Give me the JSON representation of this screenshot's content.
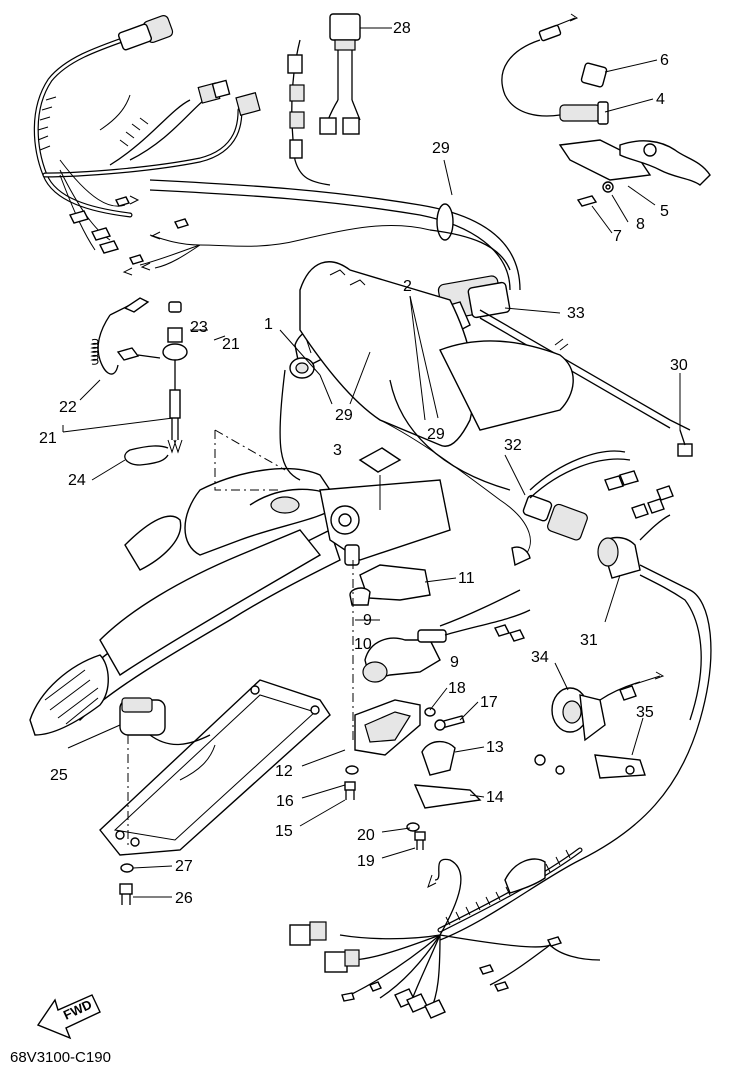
{
  "diagram": {
    "code": "68V3100-C190",
    "fwd_label": "FWD",
    "callouts": [
      {
        "id": "c1",
        "text": "1"
      },
      {
        "id": "c2",
        "text": "2"
      },
      {
        "id": "c3",
        "text": "3"
      },
      {
        "id": "c4",
        "text": "4"
      },
      {
        "id": "c5",
        "text": "5"
      },
      {
        "id": "c6",
        "text": "6"
      },
      {
        "id": "c7",
        "text": "7"
      },
      {
        "id": "c8",
        "text": "8"
      },
      {
        "id": "c9a",
        "text": "9"
      },
      {
        "id": "c9b",
        "text": "9"
      },
      {
        "id": "c10",
        "text": "10"
      },
      {
        "id": "c11",
        "text": "11"
      },
      {
        "id": "c12",
        "text": "12"
      },
      {
        "id": "c13",
        "text": "13"
      },
      {
        "id": "c14",
        "text": "14"
      },
      {
        "id": "c15",
        "text": "15"
      },
      {
        "id": "c16",
        "text": "16"
      },
      {
        "id": "c17",
        "text": "17"
      },
      {
        "id": "c18",
        "text": "18"
      },
      {
        "id": "c19",
        "text": "19"
      },
      {
        "id": "c20",
        "text": "20"
      },
      {
        "id": "c21a",
        "text": "21"
      },
      {
        "id": "c21b",
        "text": "21"
      },
      {
        "id": "c22",
        "text": "22"
      },
      {
        "id": "c23",
        "text": "23"
      },
      {
        "id": "c24",
        "text": "24"
      },
      {
        "id": "c25",
        "text": "25"
      },
      {
        "id": "c26",
        "text": "26"
      },
      {
        "id": "c27",
        "text": "27"
      },
      {
        "id": "c28",
        "text": "28"
      },
      {
        "id": "c29a",
        "text": "29"
      },
      {
        "id": "c29b",
        "text": "29"
      },
      {
        "id": "c29c",
        "text": "29"
      },
      {
        "id": "c30",
        "text": "30"
      },
      {
        "id": "c31",
        "text": "31"
      },
      {
        "id": "c32",
        "text": "32"
      },
      {
        "id": "c33",
        "text": "33"
      },
      {
        "id": "c34",
        "text": "34"
      },
      {
        "id": "c35",
        "text": "35"
      }
    ]
  }
}
